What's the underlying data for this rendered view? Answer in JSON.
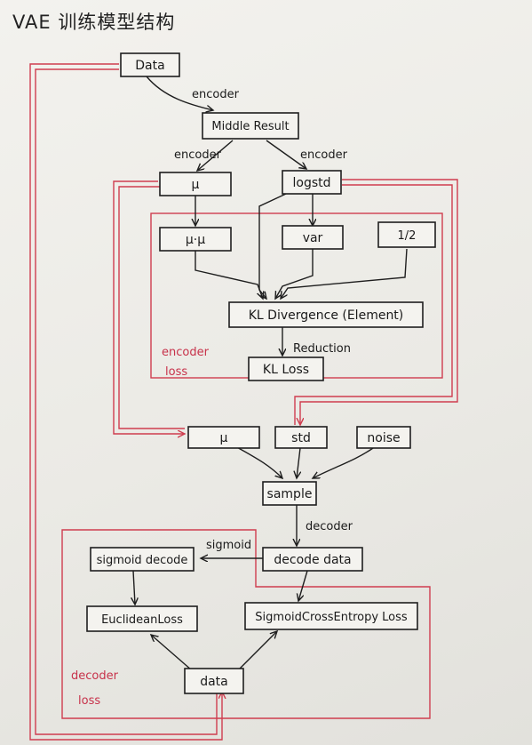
{
  "title": "VAE 训练模型结构",
  "nodes": {
    "data_top": "Data",
    "middle_result": "Middle Result",
    "mu": "μ",
    "logstd": "logstd",
    "mu_mu": "μ·μ",
    "var": "var",
    "half": "1/2",
    "kl_divergence": "KL Divergence (Element)",
    "kl_loss": "KL Loss",
    "mu2": "μ",
    "std": "std",
    "noise": "noise",
    "sample": "sample",
    "decode_data": "decode data",
    "sigmoid_decode": "sigmoid decode",
    "euclidean_loss": "EuclideanLoss",
    "sigmoid_ce_loss": "SigmoidCrossEntropy Loss",
    "data_bottom": "data"
  },
  "edge_labels": {
    "encoder_1": "encoder",
    "encoder_2": "encoder",
    "encoder_3": "encoder",
    "reduction": "Reduction",
    "decoder": "decoder",
    "sigmoid": "sigmoid"
  },
  "groups": {
    "encoder_loss_1": "encoder",
    "encoder_loss_2": "loss",
    "decoder_loss_1": "decoder",
    "decoder_loss_2": "loss"
  },
  "colors": {
    "ink": "#1e1e1e",
    "red_ink": "#cf3d4f",
    "paper": "#efeee9"
  }
}
